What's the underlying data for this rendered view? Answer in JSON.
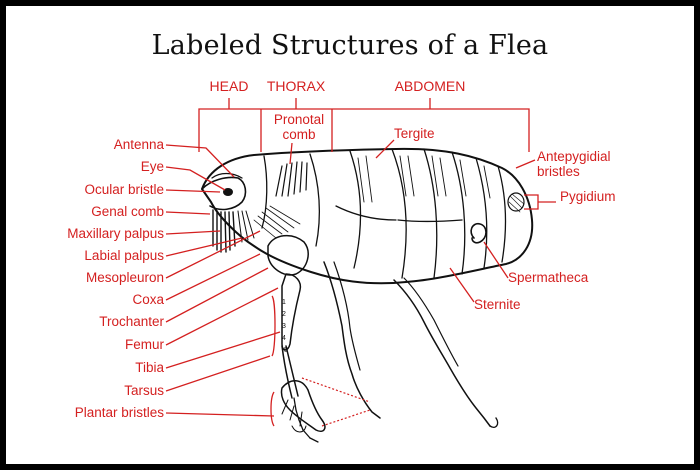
{
  "title": "Labeled Structures of a Flea",
  "segments": {
    "head": "HEAD",
    "thorax": "THORAX",
    "abdomen": "ABDOMEN"
  },
  "labels": {
    "antenna": "Antenna",
    "eye": "Eye",
    "ocular_bristle": "Ocular bristle",
    "genal_comb": "Genal comb",
    "maxillary_palpus": "Maxillary palpus",
    "labial_palpus": "Labial palpus",
    "mesopleuron": "Mesopleuron",
    "coxa": "Coxa",
    "trochanter": "Trochanter",
    "femur": "Femur",
    "tibia": "Tibia",
    "tarsus": "Tarsus",
    "plantar_bristles": "Plantar bristles",
    "pronotal_comb_line1": "Pronotal",
    "pronotal_comb_line2": "comb",
    "tergite": "Tergite",
    "antepygidial_line1": "Antepygidial",
    "antepygidial_line2": "bristles",
    "pygidium": "Pygidium",
    "spermatheca": "Spermatheca",
    "sternite": "Sternite"
  },
  "tarsal_numbers": [
    "1",
    "2",
    "3",
    "4",
    "5"
  ],
  "colors": {
    "label": "#d42020",
    "ink": "#111111",
    "frame": "#000000"
  }
}
